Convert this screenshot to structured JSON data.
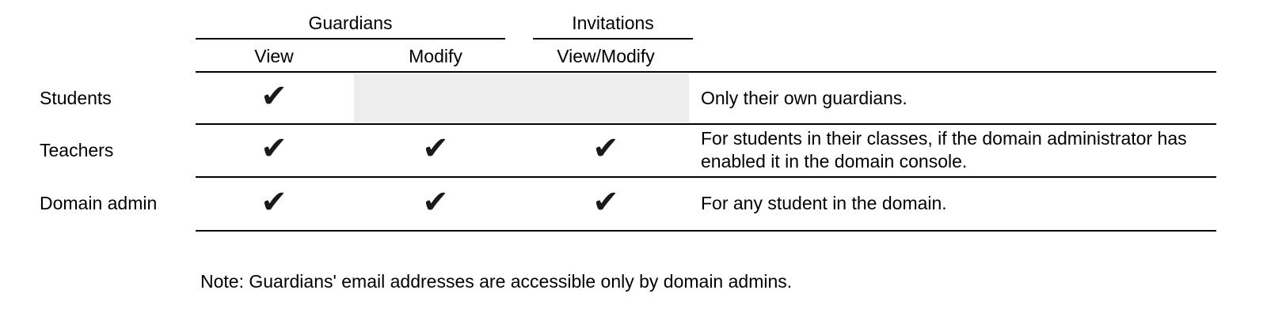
{
  "table": {
    "groups": [
      {
        "label": "Guardians"
      },
      {
        "label": "Invitations"
      }
    ],
    "columns": [
      {
        "label": "View"
      },
      {
        "label": "Modify"
      },
      {
        "label": "View/Modify"
      }
    ],
    "check_glyph": "✔",
    "disabled_bg": "#ededed",
    "rows": [
      {
        "role": "Students",
        "view": true,
        "modify": false,
        "view_modify": false,
        "note": "Only their own guardians."
      },
      {
        "role": "Teachers",
        "view": true,
        "modify": true,
        "view_modify": true,
        "note": "For students in their classes, if the domain administrator has enabled it in the domain console."
      },
      {
        "role": "Domain admin",
        "view": true,
        "modify": true,
        "view_modify": true,
        "note": "For any student in the domain."
      }
    ]
  },
  "footer": {
    "note": "Note: Guardians' email addresses are accessible only by domain admins."
  }
}
